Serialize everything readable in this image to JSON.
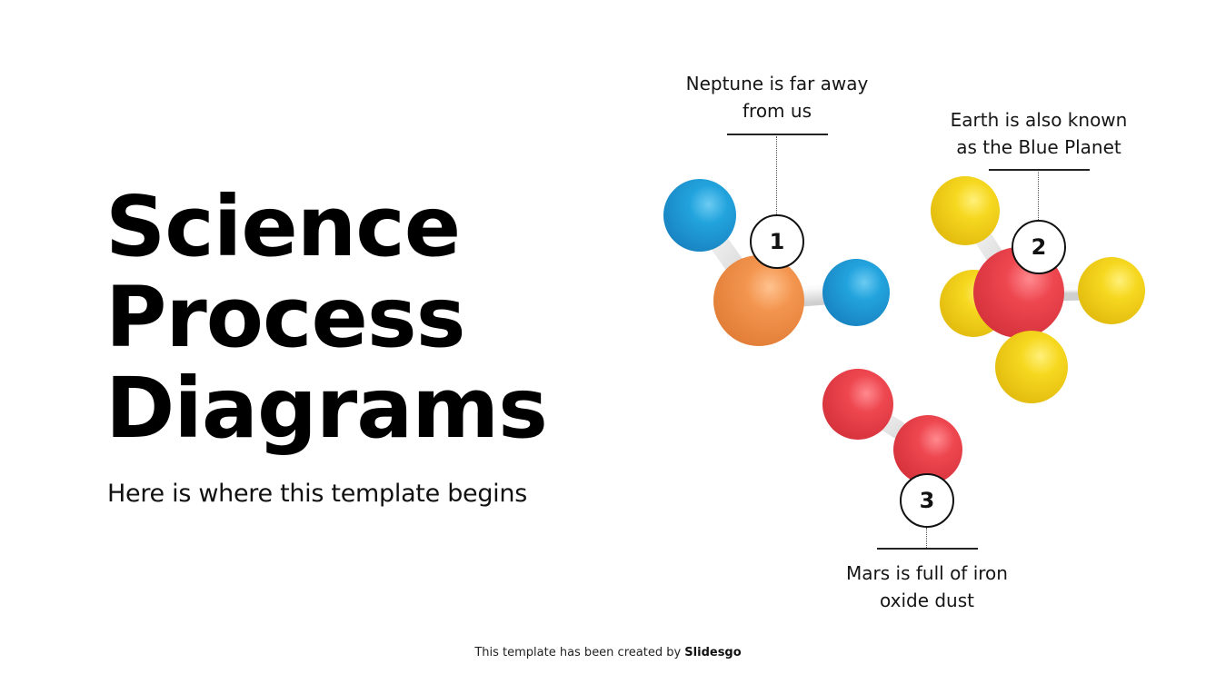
{
  "slide": {
    "title_lines": [
      "Science",
      "Process",
      "Diagrams"
    ],
    "subtitle": "Here is where this template begins",
    "steps": [
      {
        "number": "1",
        "label_line1": "Neptune is far away",
        "label_line2": "from us",
        "molecule": "bent triatomic (orange center, two blue atoms)"
      },
      {
        "number": "2",
        "label_line1": "Earth is also known",
        "label_line2": "as the Blue Planet",
        "molecule": "tetrahedral (red center, four yellow atoms)"
      },
      {
        "number": "3",
        "label_line1": "Mars is full of iron",
        "label_line2": "oxide dust",
        "molecule": "diatomic (two red atoms)"
      }
    ],
    "footer": {
      "prefix": "This template has been created by ",
      "brand": "Slidesgo"
    },
    "colors": {
      "blue": "#1E9BD7",
      "orange": "#F0914A",
      "red": "#EC3F47",
      "yellow": "#F2D21C",
      "bond": "#E4E4E4",
      "text": "#000000"
    }
  }
}
